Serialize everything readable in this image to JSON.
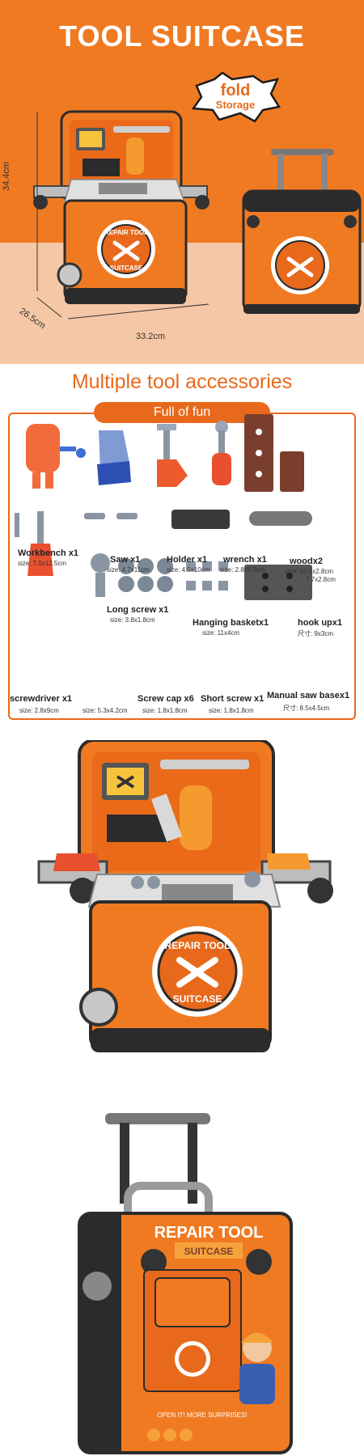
{
  "hero": {
    "title": "TOOL SUITCASE",
    "badge_line1": "fold",
    "badge_line2": "Storage",
    "dim_height": "34.4cm",
    "dim_depth": "26.5cm",
    "dim_width": "33.2cm",
    "logo_top": "REPAIR TOOL",
    "logo_bottom": "SUITCASE"
  },
  "accessories": {
    "title": "Multiple tool accessories",
    "pill": "Full of fun",
    "items": [
      {
        "name": "Workbench x1",
        "size": "size:  7.5x12.5cm"
      },
      {
        "name": "Saw x1",
        "size": "size:  4.7x11cm"
      },
      {
        "name": "Holder x1",
        "size": "size:  4.5x10cm"
      },
      {
        "name": "wrench x1",
        "size": "size:  2.8x9.3cm"
      },
      {
        "name": "woodx2",
        "size": "size:  10.5x2.8cm",
        "size2": "7.7x2.8cm"
      },
      {
        "name": "Long screw x1",
        "size": "size:  3.8x1.8cm"
      },
      {
        "name": "Hanging basketx1",
        "size": "size:  11x4cm"
      },
      {
        "name": "hook upx1",
        "size": "尺寸:  9x3cm"
      },
      {
        "name": "screwdriver x1",
        "size": "size:  2.8x9cm"
      },
      {
        "name": "Screw cap x6",
        "size": "size:  1.8x1.8cm"
      },
      {
        "name": "Short screw x1",
        "size": "size:  1.8x1.8cm"
      },
      {
        "name": "Manual saw basex1",
        "size": "尺寸:  8.5x4.5cm"
      },
      {
        "name": "",
        "size": "size:  5.3x4.2cm"
      }
    ]
  },
  "product_open": {
    "logo_top": "REPAIR TOOL",
    "logo_bottom": "SUITCASE"
  },
  "box": {
    "brand": "REPAIR TOOL",
    "sub": "SUITCASE",
    "tagline": "OPEN IT! MORE SURPRISES!"
  },
  "colors": {
    "orange": "#f07a22",
    "accent": "#e8691c",
    "dark": "#2b2b2b"
  }
}
